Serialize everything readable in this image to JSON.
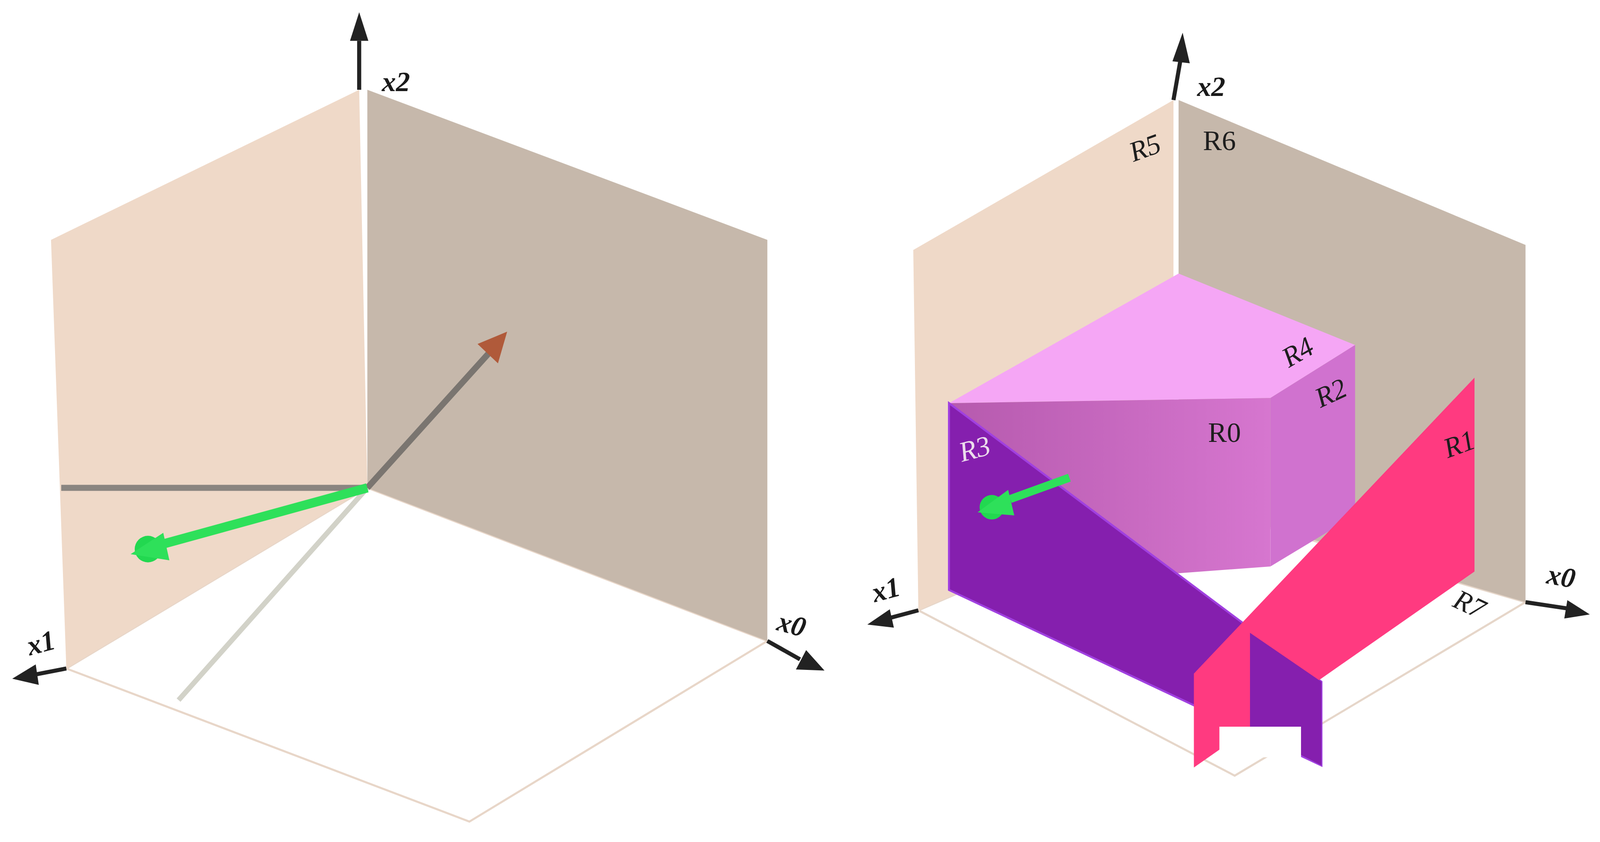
{
  "diagram": {
    "labels": [
      "x2",
      "x1",
      "x0",
      "x2",
      "R5",
      "R6",
      "R4",
      "R2",
      "R0",
      "R3",
      "R1",
      "x1",
      "x0",
      "R7"
    ]
  }
}
